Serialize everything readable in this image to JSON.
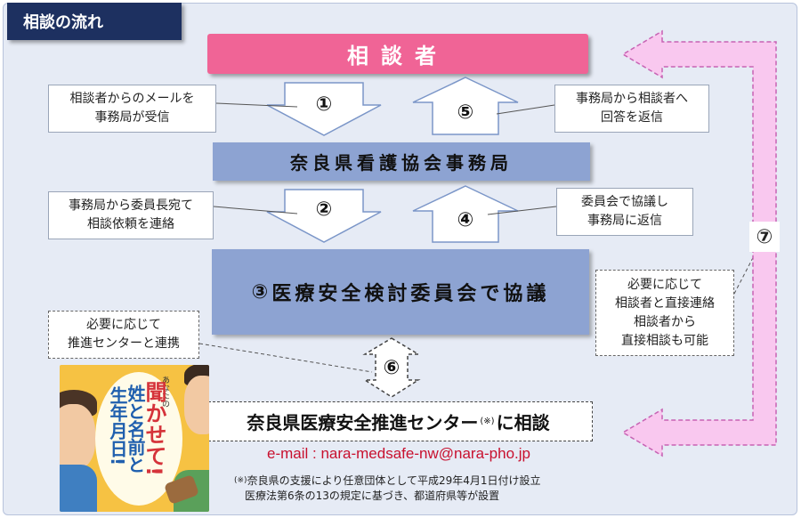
{
  "header": {
    "title": "相談の流れ"
  },
  "nodes": {
    "consultor": "相談者",
    "bureau": "奈良県看護協会事務局",
    "committee_num": "③",
    "committee_text": "医療安全検討委員会で協議",
    "center": "奈良県医療安全推進センター",
    "center_mark": "(※)",
    "center_suffix": "に相談"
  },
  "steps": {
    "s1": "①",
    "s2": "②",
    "s4": "④",
    "s5": "⑤",
    "s6": "⑥",
    "s7": "⑦"
  },
  "notes": {
    "n1_l1": "相談者からのメールを",
    "n1_l2": "事務局が受信",
    "n2_l1": "事務局から委員長宛て",
    "n2_l2": "相談依頼を連絡",
    "n5_l1": "事務局から相談者へ",
    "n5_l2": "回答を返信",
    "n4_l1": "委員会で協議し",
    "n4_l2": "事務局に返信",
    "n6_l1": "必要に応じて",
    "n6_l2": "推進センターと連携",
    "n7_l1": "必要に応じて",
    "n7_l2": "相談者と直接連絡",
    "n7_l3": "相談者から",
    "n7_l4": "直接相談も可能"
  },
  "contact": {
    "email": "e-mail : nara-medsafe-nw@nara-pho.jp"
  },
  "footnote": {
    "mark": "(※)",
    "line1": "奈良県の支援により任意団体として平成29年4月1日付け設立",
    "line2": "医療法第6条の13の規定に基づき、都道府県等が設置"
  },
  "poster": {
    "small": "あなたの",
    "col_red": "聞かせて!",
    "col_blue1": "姓と名前と",
    "col_blue2": "生年月日!"
  },
  "colors": {
    "header_bg": "#1d3060",
    "consultor_bg": "#f06496",
    "box_bg": "#8da3d2",
    "panel_bg": "#e6ebf5",
    "email": "#c8102e",
    "pink_arrow": "#f9c8ef"
  }
}
